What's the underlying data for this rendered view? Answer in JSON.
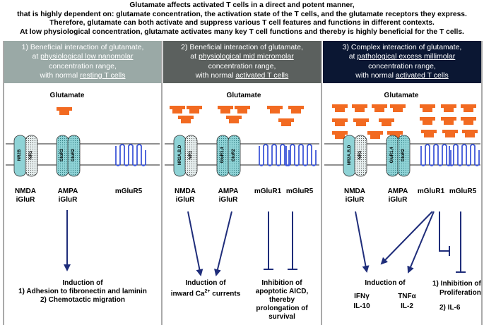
{
  "intro": {
    "lines": [
      "Glutamate affects activated T cells in a direct and potent manner,",
      "that is highly dependent on: glutamate concentration, the activation state of the T cells, and the glutamate receptors they express.",
      "Therefore, glutamate can both activate and suppress various T cell features and functions in different contexts.",
      "At low physiological concentration, glutamate activates many key T cell functions and thereby is highly beneficial for the T cells."
    ]
  },
  "colors": {
    "panel1_header": "#9aa9a6",
    "panel2_header": "#5b605e",
    "panel3_header": "#0b1733",
    "glutamate": "#f26a21",
    "receptor_teal": "#8fd3d6",
    "mglur": "#3f58d8",
    "arrow": "#1f2d7a"
  },
  "panels": [
    {
      "header": {
        "l1": "1) Beneficial interaction of glutamate,",
        "l2a": "at ",
        "l2u": "physiological low nanomolar",
        "l3": "concentration range,",
        "l4a": "with normal ",
        "l4u": "resting T cells"
      },
      "glutamate_label": "Glutamate",
      "receptors": [
        {
          "name": "NMDA",
          "type": "iGluR",
          "subunits": [
            "NR2B",
            "NR1"
          ]
        },
        {
          "name": "AMPA",
          "type": "iGluR",
          "subunits": [
            "GluR3",
            "GluR2"
          ]
        },
        {
          "name": "mGluR5",
          "type": ""
        }
      ],
      "outcome": {
        "title": "Induction of",
        "items": [
          "1) Adhesion to fibronectin and laminin",
          "2) Chemotactic migration"
        ]
      }
    },
    {
      "header": {
        "l1": "2) Beneficial interaction of glutamate,",
        "l2a": "at ",
        "l2u": "physiological mid micromolar",
        "l3": "concentration range,",
        "l4a": "with normal ",
        "l4u": "activated T cells"
      },
      "glutamate_label": "Glutamate",
      "receptors": [
        {
          "name": "NMDA",
          "type": "iGluR",
          "subunits": [
            "NR2A,B,D",
            "NR1"
          ]
        },
        {
          "name": "AMPA",
          "type": "iGluR",
          "subunits": [
            "GluR1,4",
            "GluR2"
          ]
        },
        {
          "name": "mGluR1",
          "type": ""
        },
        {
          "name": "mGluR5",
          "type": ""
        }
      ],
      "outcome_left": {
        "l1": "Induction of",
        "l2a": "inward Ca",
        "l2sup": "2+",
        "l2b": " currents"
      },
      "outcome_right": [
        "Inhibition of",
        "apoptotic AICD,",
        "thereby",
        "prolongation of",
        "survival"
      ]
    },
    {
      "header": {
        "l1": "3) Complex interaction of glutamate,",
        "l2a": "at ",
        "l2u": "pathological excess millimolar",
        "l3": "concentration range,",
        "l4a": "with normal ",
        "l4u": "activated T cells"
      },
      "glutamate_label": "Glutamate",
      "receptors": [
        {
          "name": "NMDA",
          "type": "iGluR",
          "subunits": [
            "NR2A,B,D",
            "NR1"
          ]
        },
        {
          "name": "AMPA",
          "type": "iGluR",
          "subunits": [
            "GluR1,4",
            "GluR2"
          ]
        },
        {
          "name": "mGluR1",
          "type": ""
        },
        {
          "name": "mGluR5",
          "type": ""
        }
      ],
      "outcome_induction": {
        "title": "Induction of",
        "c1": [
          "IFNγ",
          "IL-10"
        ],
        "c2": [
          "TNFα",
          "IL-2"
        ]
      },
      "outcome_inhibition": [
        "1) Inhibition of",
        "Proliferation",
        "2) IL-6"
      ]
    }
  ]
}
